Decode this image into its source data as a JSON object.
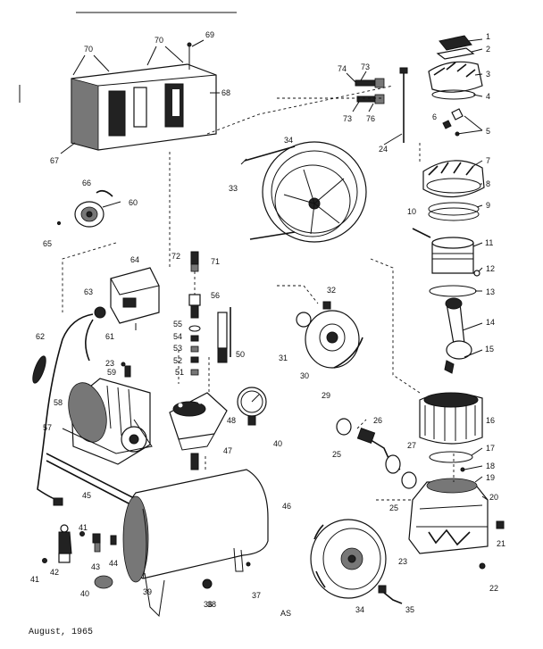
{
  "diagram": {
    "date_label": "August, 1965",
    "footer_code": "AS",
    "part_numbers": {
      "p1": "1",
      "p2": "2",
      "p3": "3",
      "p4": "4",
      "p5": "5",
      "p6": "6",
      "p7": "7",
      "p8": "8",
      "p9": "9",
      "p10": "10",
      "p11": "11",
      "p12": "12",
      "p13": "13",
      "p14": "14",
      "p15": "15",
      "p16": "16",
      "p17": "17",
      "p18": "18",
      "p19": "19",
      "p20": "20",
      "p21": "21",
      "p22": "22",
      "p23": "23",
      "p23b": "23",
      "p24": "24",
      "p25": "25",
      "p25b": "25",
      "p26": "26",
      "p27": "27",
      "p29": "29",
      "p30": "30",
      "p31": "31",
      "p32": "32",
      "p33": "33",
      "p34": "34",
      "p34b": "34",
      "p35": "35",
      "p36": "36",
      "p37": "37",
      "p38": "38",
      "p39": "39",
      "p40": "40",
      "p40b": "40",
      "p41": "41",
      "p41b": "41",
      "p42": "42",
      "p43": "43",
      "p44": "44",
      "p45": "45",
      "p46": "46",
      "p47": "47",
      "p48": "48",
      "p50": "50",
      "p51": "51",
      "p52": "52",
      "p53": "53",
      "p54": "54",
      "p55": "55",
      "p56": "56",
      "p57": "57",
      "p58": "58",
      "p59": "59",
      "p60": "60",
      "p61": "61",
      "p62": "62",
      "p63": "63",
      "p64": "64",
      "p65": "65",
      "p66": "66",
      "p67": "67",
      "p68": "68",
      "p69": "69",
      "p70": "70",
      "p70b": "70",
      "p71": "71",
      "p72": "72",
      "p73": "73",
      "p73b": "73",
      "p74": "74",
      "p76": "76"
    }
  }
}
